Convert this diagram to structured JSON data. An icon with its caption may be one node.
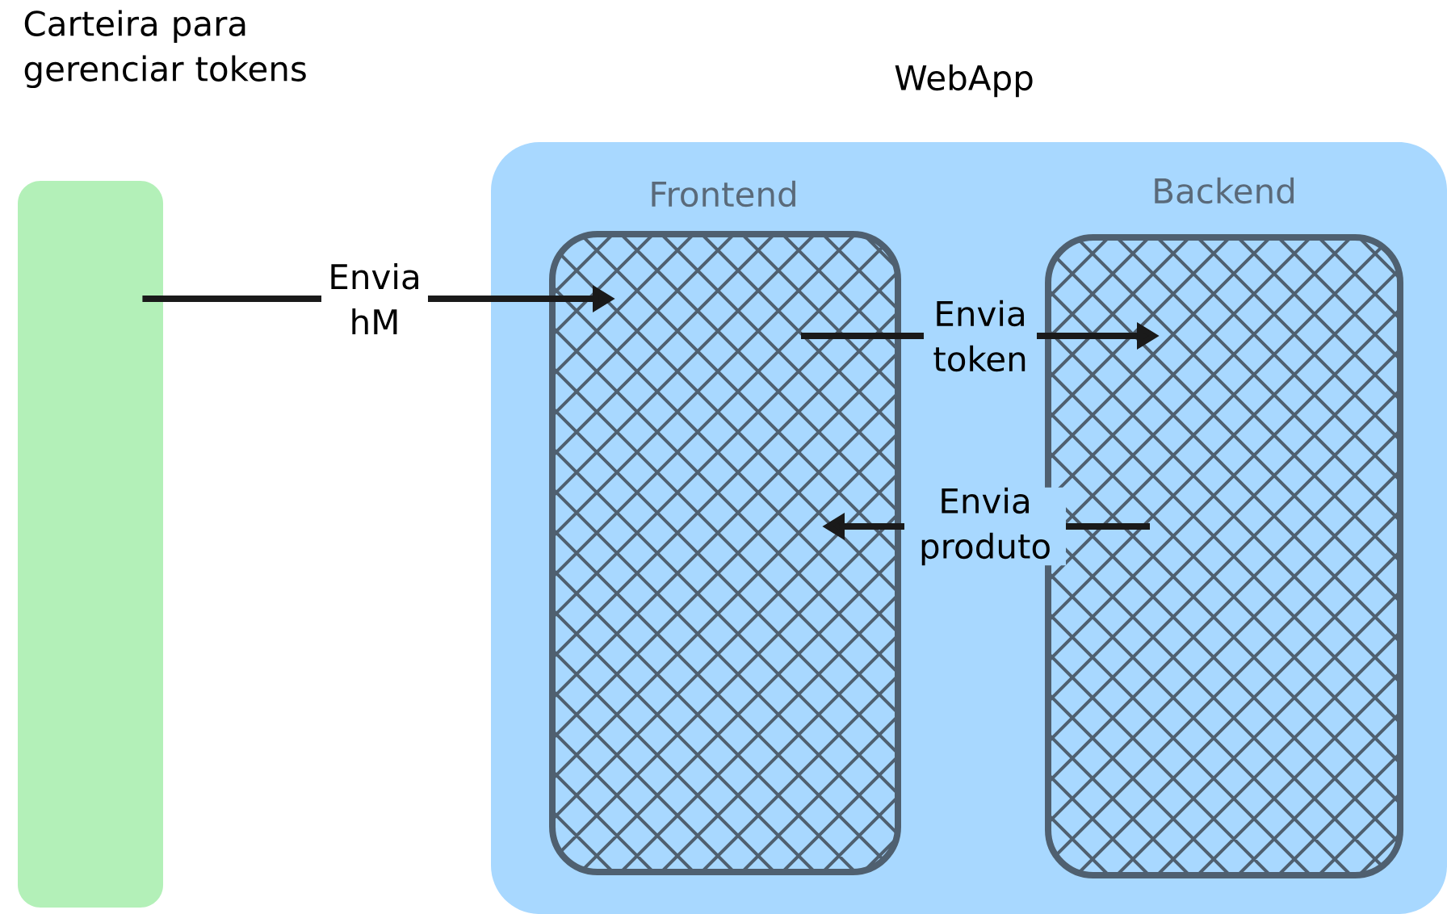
{
  "diagram": {
    "nodes": [
      {
        "text": [
          "Carteira para gerenciar tokens"
        ]
      },
      {
        "text": [
          "WebApp"
        ]
      },
      {
        "text": [
          "Frontend"
        ],
        "in": 1
      },
      {
        "text": [
          "Backend"
        ],
        "in": 1
      }
    ],
    "edges": [
      {
        "from": 0,
        "to": 2,
        "arrow": "to",
        "label": "Envia hM"
      },
      {
        "from": 2,
        "to": 3,
        "arrow": "to",
        "label": "Envia token"
      },
      {
        "from": 3,
        "to": 2,
        "arrow": "to",
        "label": "Envia produto"
      }
    ]
  }
}
